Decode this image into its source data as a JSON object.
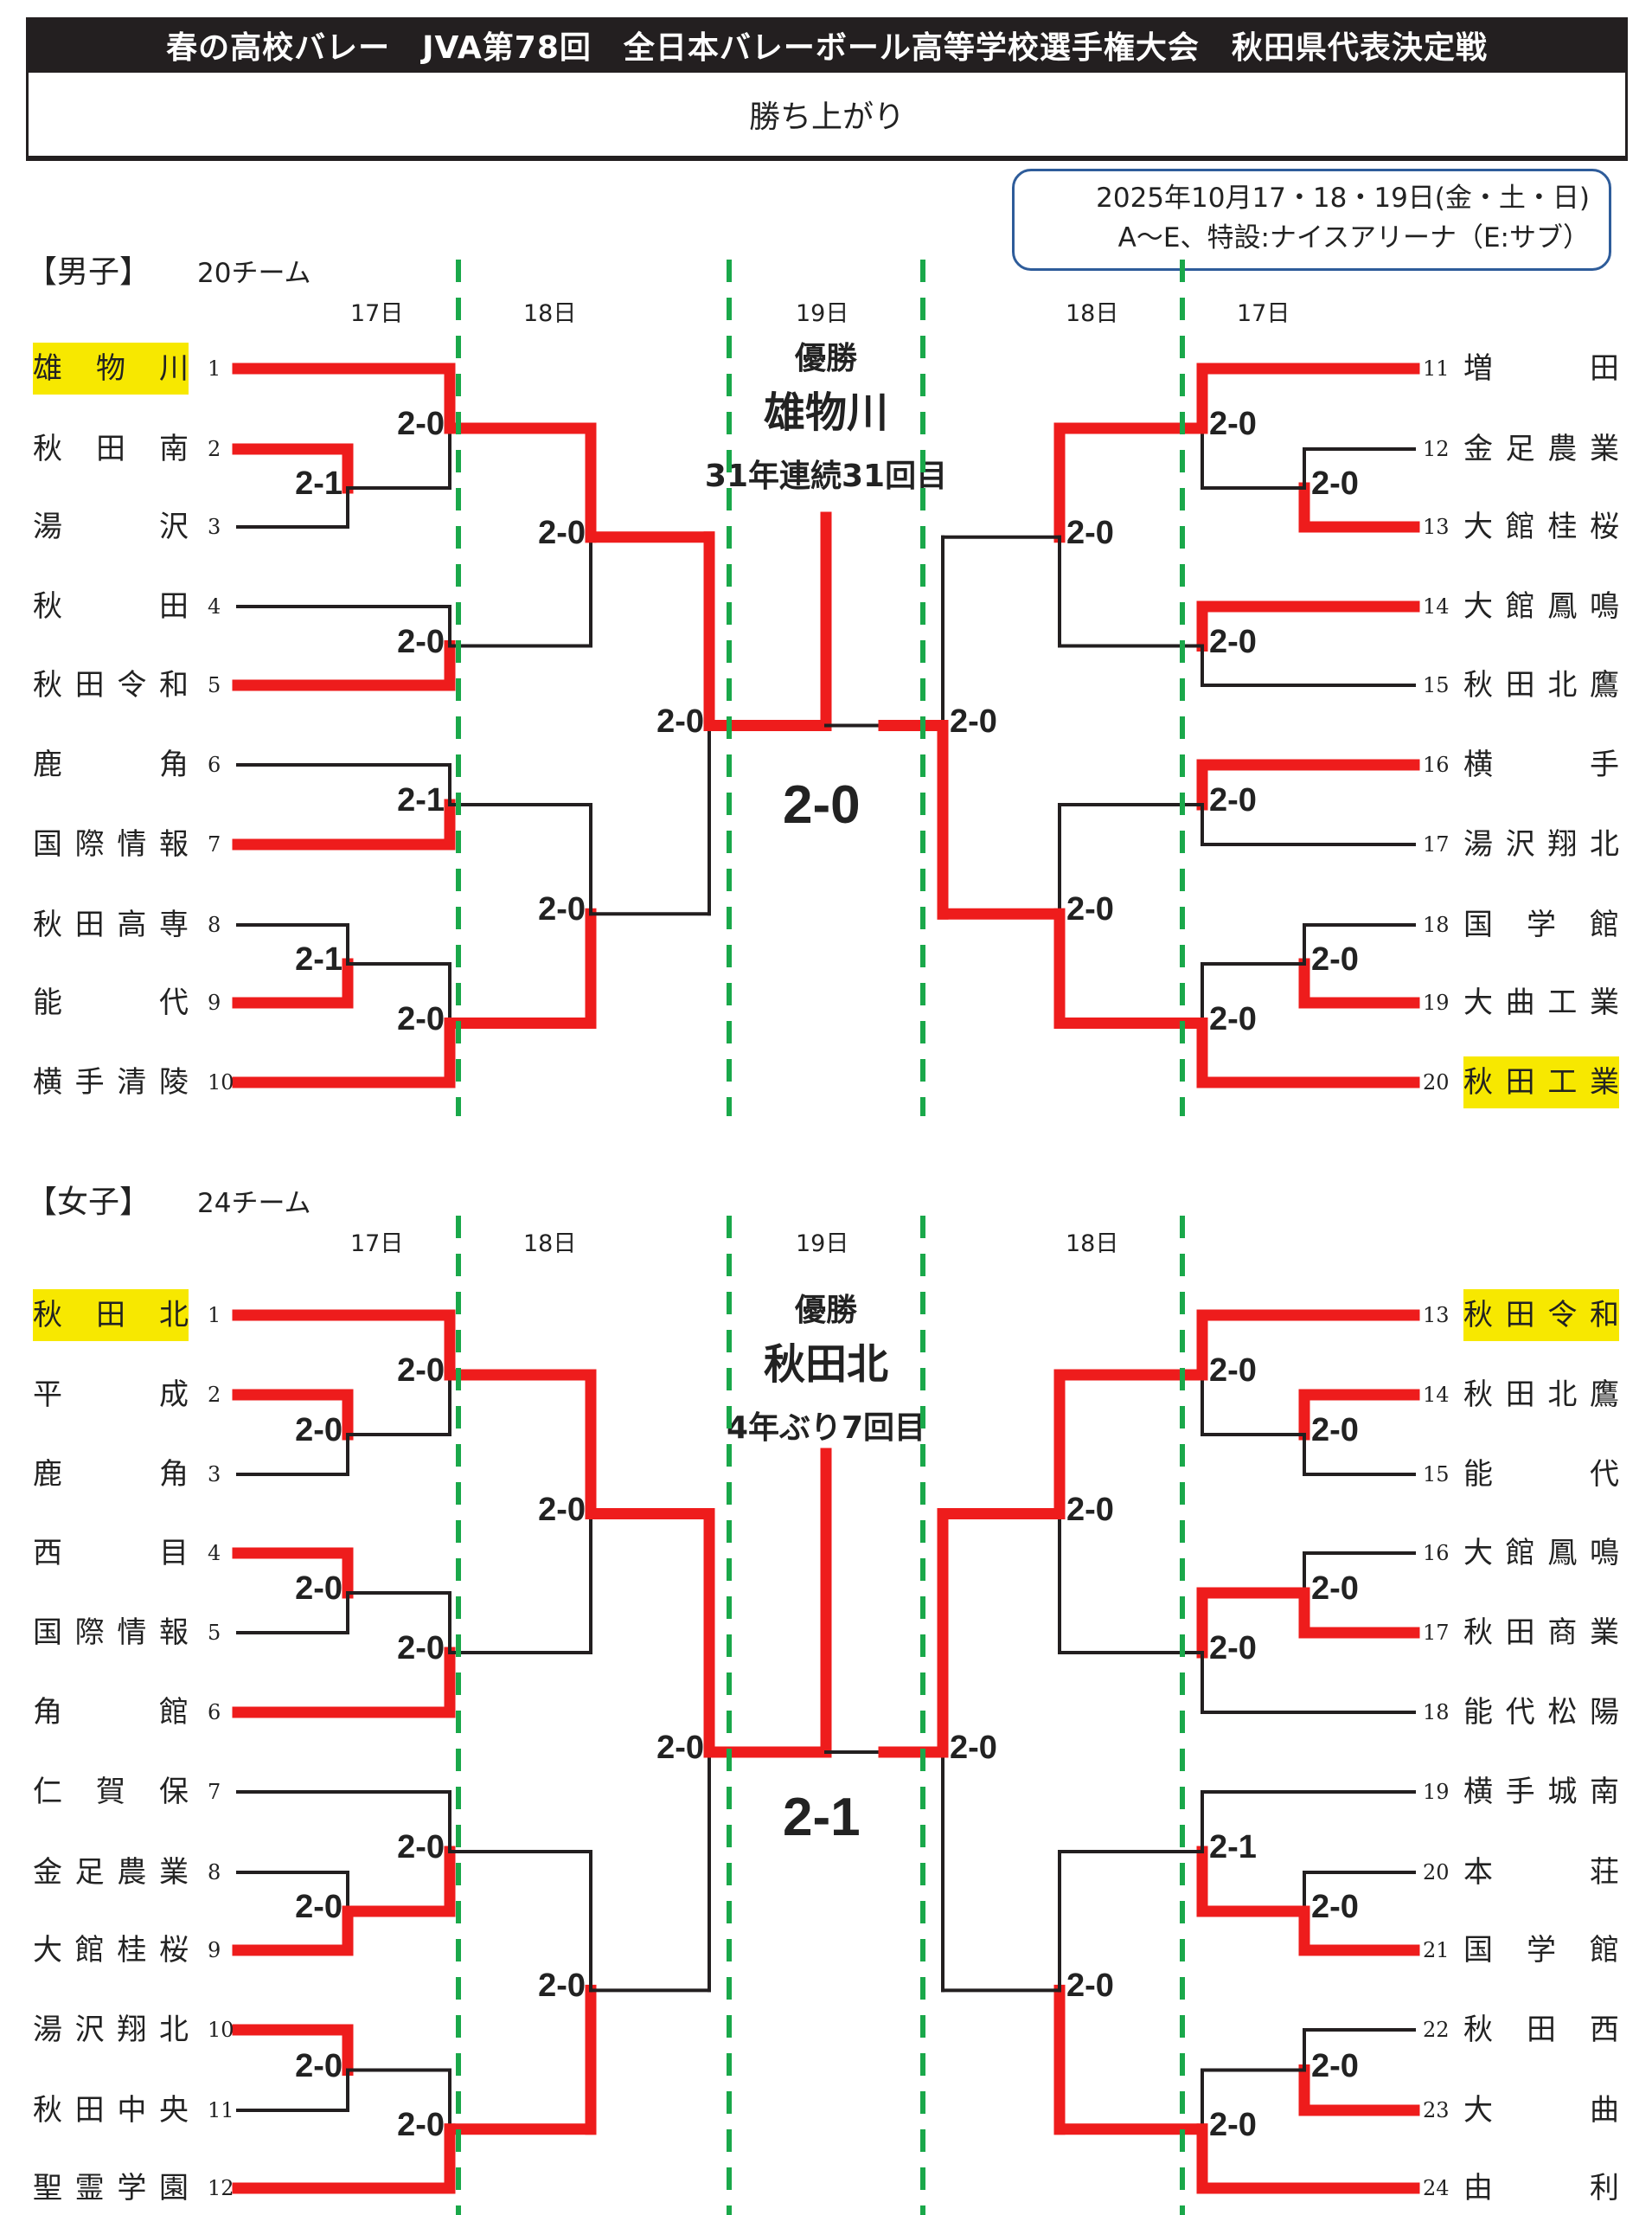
{
  "header": {
    "title": "春の高校バレー　JVA第78回　全日本バレーボール高等学校選手権大会　秋田県代表決定戦",
    "subtitle": "勝ち上がり",
    "date_line": "2025年10月17・18・19日(金・土・日)",
    "venue_line": "A～E、特設:ナイスアリーナ（E:サブ）"
  },
  "colors": {
    "winner_line": "#ee1c1c",
    "loser_line": "#231f20",
    "day_divider": "#1aa84a",
    "highlight": "#f7e800",
    "info_border": "#2e5c9a"
  },
  "men": {
    "label": "【男子】",
    "count": "20チーム",
    "days": [
      "17日",
      "18日",
      "19日",
      "18日",
      "17日"
    ],
    "champion": {
      "heading": "優勝",
      "name": "雄物川",
      "note": "31年連続31回目"
    },
    "final_score": "2-0",
    "left_teams": [
      {
        "seed": "1",
        "name": "雄物川",
        "highlight": true
      },
      {
        "seed": "2",
        "name": "秋田南"
      },
      {
        "seed": "3",
        "name": "湯沢"
      },
      {
        "seed": "4",
        "name": "秋田"
      },
      {
        "seed": "5",
        "name": "秋田令和"
      },
      {
        "seed": "6",
        "name": "鹿角"
      },
      {
        "seed": "7",
        "name": "国際情報"
      },
      {
        "seed": "8",
        "name": "秋田高専"
      },
      {
        "seed": "9",
        "name": "能代"
      },
      {
        "seed": "10",
        "name": "横手清陵"
      }
    ],
    "right_teams": [
      {
        "seed": "11",
        "name": "増田"
      },
      {
        "seed": "12",
        "name": "金足農業"
      },
      {
        "seed": "13",
        "name": "大館桂桜"
      },
      {
        "seed": "14",
        "name": "大館鳳鳴"
      },
      {
        "seed": "15",
        "name": "秋田北鷹"
      },
      {
        "seed": "16",
        "name": "横手"
      },
      {
        "seed": "17",
        "name": "湯沢翔北"
      },
      {
        "seed": "18",
        "name": "国学館"
      },
      {
        "seed": "19",
        "name": "大曲工業"
      },
      {
        "seed": "20",
        "name": "秋田工業",
        "highlight": true
      }
    ],
    "left_scores": [
      "2-1",
      "2-0",
      "2-0",
      "2-1",
      "2-1",
      "2-0",
      "2-0",
      "2-0",
      "2-0"
    ],
    "right_scores": [
      "2-0",
      "2-0",
      "2-0",
      "2-0",
      "2-0",
      "2-0",
      "2-0",
      "2-0",
      "2-0"
    ]
  },
  "women": {
    "label": "【女子】",
    "count": "24チーム",
    "days": [
      "17日",
      "18日",
      "19日",
      "18日"
    ],
    "champion": {
      "heading": "優勝",
      "name": "秋田北",
      "note": "4年ぶり7回目"
    },
    "final_score": "2-1",
    "left_teams": [
      {
        "seed": "1",
        "name": "秋田北",
        "highlight": true
      },
      {
        "seed": "2",
        "name": "平成"
      },
      {
        "seed": "3",
        "name": "鹿角"
      },
      {
        "seed": "4",
        "name": "西目"
      },
      {
        "seed": "5",
        "name": "国際情報"
      },
      {
        "seed": "6",
        "name": "角館"
      },
      {
        "seed": "7",
        "name": "仁賀保"
      },
      {
        "seed": "8",
        "name": "金足農業"
      },
      {
        "seed": "9",
        "name": "大館桂桜"
      },
      {
        "seed": "10",
        "name": "湯沢翔北"
      },
      {
        "seed": "11",
        "name": "秋田中央"
      },
      {
        "seed": "12",
        "name": "聖霊学園"
      }
    ],
    "right_teams": [
      {
        "seed": "13",
        "name": "秋田令和",
        "highlight": true
      },
      {
        "seed": "14",
        "name": "秋田北鷹"
      },
      {
        "seed": "15",
        "name": "能代"
      },
      {
        "seed": "16",
        "name": "大館鳳鳴"
      },
      {
        "seed": "17",
        "name": "秋田商業"
      },
      {
        "seed": "18",
        "name": "能代松陽"
      },
      {
        "seed": "19",
        "name": "横手城南"
      },
      {
        "seed": "20",
        "name": "本荘"
      },
      {
        "seed": "21",
        "name": "国学館"
      },
      {
        "seed": "22",
        "name": "秋田西"
      },
      {
        "seed": "23",
        "name": "大曲"
      },
      {
        "seed": "24",
        "name": "由利"
      }
    ],
    "left_scores": [
      "2-0",
      "2-0",
      "2-0",
      "2-0",
      "2-0",
      "2-0",
      "2-0",
      "2-0",
      "2-0",
      "2-0",
      "2-0"
    ],
    "right_scores": [
      "2-0",
      "2-0",
      "2-0",
      "2-0",
      "2-0",
      "2-0",
      "2-1",
      "2-0",
      "2-0",
      "2-0",
      "2-0"
    ]
  }
}
